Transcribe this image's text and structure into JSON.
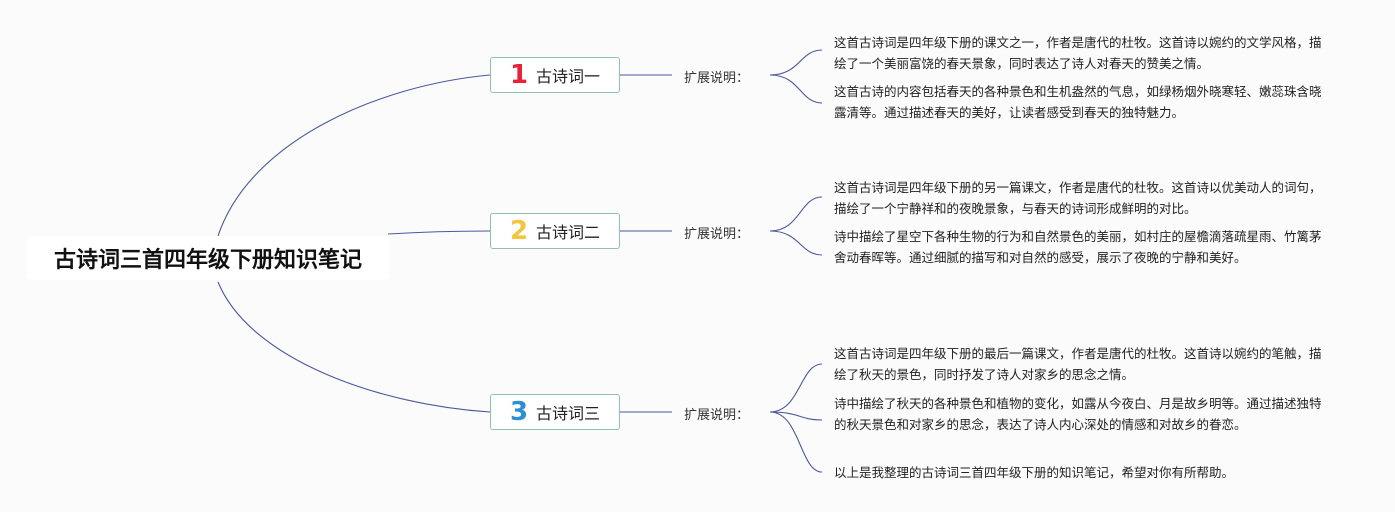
{
  "root": {
    "title": "古诗词三首四年级下册知识笔记"
  },
  "topics": [
    {
      "number": "1",
      "number_color": "#e8213a",
      "label": "古诗词一"
    },
    {
      "number": "2",
      "number_color": "#f2c53d",
      "label": "古诗词二"
    },
    {
      "number": "3",
      "number_color": "#2a8fd4",
      "label": "古诗词三"
    }
  ],
  "expand_label": "扩展说明：",
  "notes": [
    [
      "这首古诗词是四年级下册的课文之一，作者是唐代的杜牧。这首诗以婉约的文学风格，描绘了一个美丽富饶的春天景象，同时表达了诗人对春天的赞美之情。",
      "这首古诗的内容包括春天的各种景色和生机盎然的气息，如绿杨烟外晓寒轻、嫩蕊珠含晓露清等。通过描述春天的美好，让读者感受到春天的独特魅力。"
    ],
    [
      "这首古诗词是四年级下册的另一篇课文，作者是唐代的杜牧。这首诗以优美动人的词句，描绘了一个宁静祥和的夜晚景象，与春天的诗词形成鲜明的对比。",
      "诗中描绘了星空下各种生物的行为和自然景色的美丽，如村庄的屋檐滴落疏星雨、竹篱茅舍动春晖等。通过细腻的描写和对自然的感受，展示了夜晚的宁静和美好。"
    ],
    [
      "这首古诗词是四年级下册的最后一篇课文，作者是唐代的杜牧。这首诗以婉约的笔触，描绘了秋天的景色，同时抒发了诗人对家乡的思念之情。",
      "诗中描绘了秋天的各种景色和植物的变化，如露从今夜白、月是故乡明等。通过描述独特的秋天景色和对家乡的思念，表达了诗人内心深处的情感和对故乡的眷恋。",
      "以上是我整理的古诗词三首四年级下册的知识笔记，希望对你有所帮助。"
    ]
  ],
  "colors": {
    "line": "#4a5a9c",
    "topic_border": "#8fc0b4"
  }
}
